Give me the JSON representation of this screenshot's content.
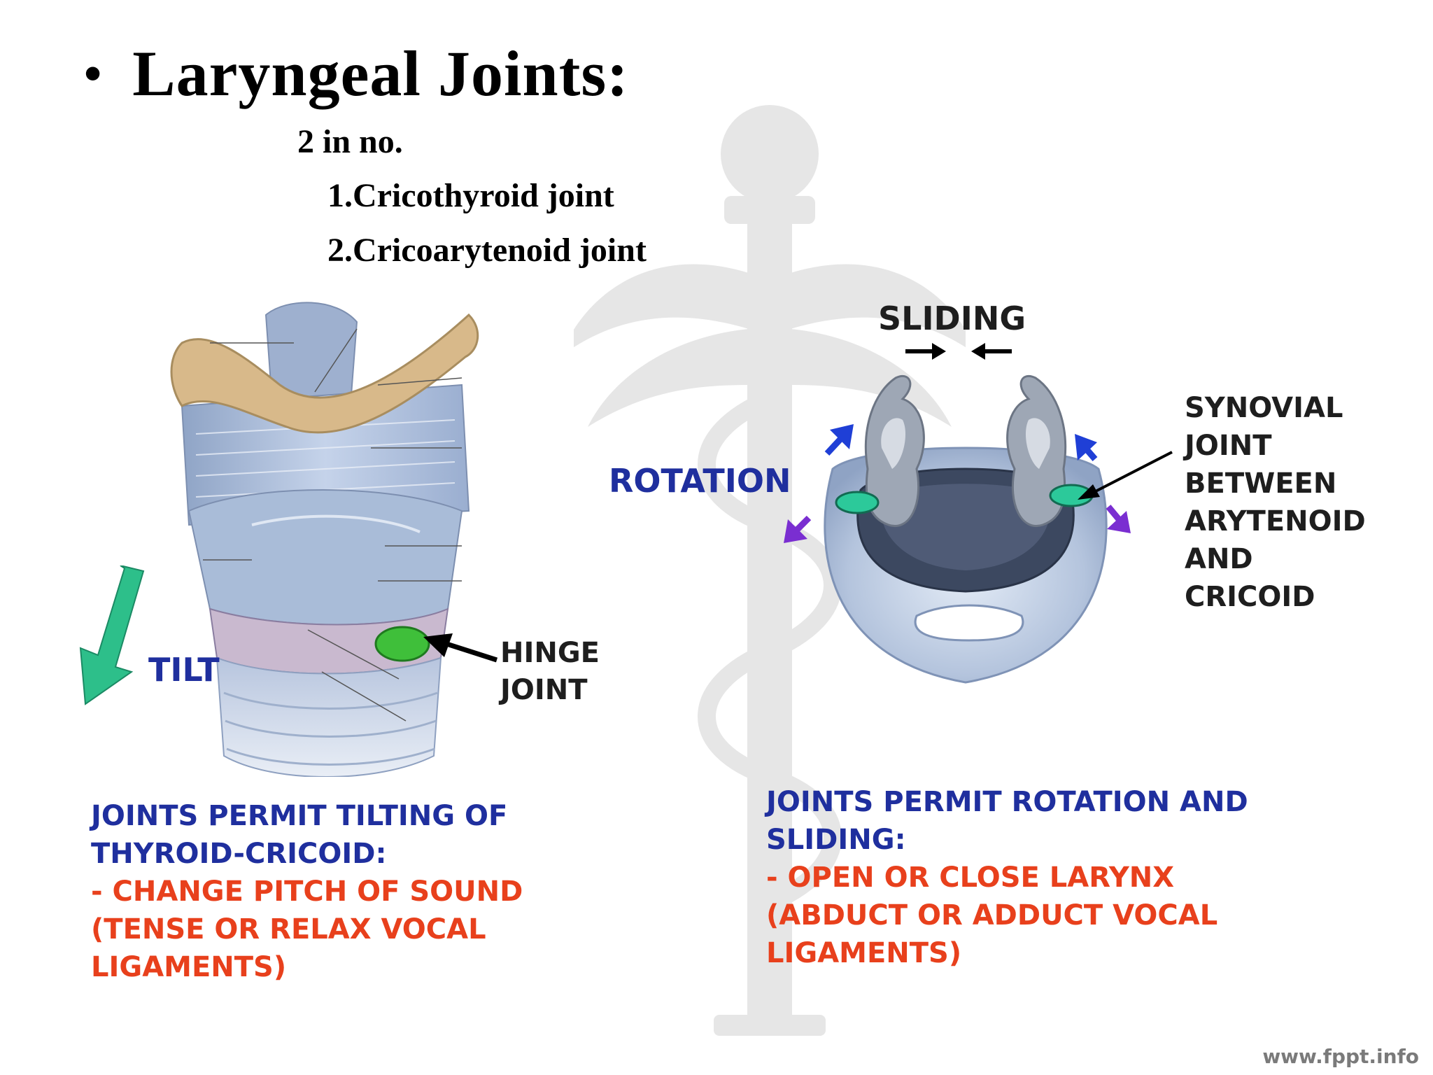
{
  "slide": {
    "bullet": "•",
    "title": "Laryngeal Joints:",
    "count": "2 in no.",
    "items": [
      "1.Cricothyroid joint",
      "2.Cricoarytenoid joint"
    ]
  },
  "left_figure": {
    "tilt_label": "TILT",
    "hinge_label_1": "HINGE",
    "hinge_label_2": "JOINT",
    "caption_blue_1": "JOINTS PERMIT TILTING  OF",
    "caption_blue_2": "THYROID-CRICOID:",
    "caption_red_1": "- CHANGE PITCH OF SOUND",
    "caption_red_2": "(TENSE OR RELAX VOCAL",
    "caption_red_3": "LIGAMENTS)"
  },
  "right_figure": {
    "sliding_label": "SLIDING",
    "rotation_label": "ROTATION",
    "synovial_lines": [
      "SYNOVIAL",
      "JOINT",
      "BETWEEN",
      "ARYTENOID",
      "AND",
      "CRICOID"
    ],
    "caption_blue_1": "JOINTS PERMIT ROTATION AND",
    "caption_blue_2": "SLIDING:",
    "caption_red_1": "- OPEN OR CLOSE LARYNX",
    "caption_red_2": "(ABDUCT OR ADDUCT VOCAL",
    "caption_red_3": "LIGAMENTS)"
  },
  "footer": "www.fppt.info",
  "colors": {
    "title": "#000000",
    "caption_blue": "#1f2f9e",
    "caption_red": "#e8401c",
    "tilt_arrow": "#2dbf8a",
    "hinge_joint": "#3fbf3a",
    "synovial_joint": "#2cc99a",
    "rotation_arrow_blue": "#1f3fd6",
    "rotation_arrow_purple": "#7a2ed1",
    "cartilage_blue": "#a9bcd8",
    "hyoid": "#d8b98a"
  },
  "icons": {
    "tilt_arrow": "arrow-down-left-icon",
    "hinge_pointer": "arrow-left-icon",
    "sliding_arrows": "arrows-converge-icon",
    "rotation_arrows": "curved-rotation-arrows-icon"
  }
}
